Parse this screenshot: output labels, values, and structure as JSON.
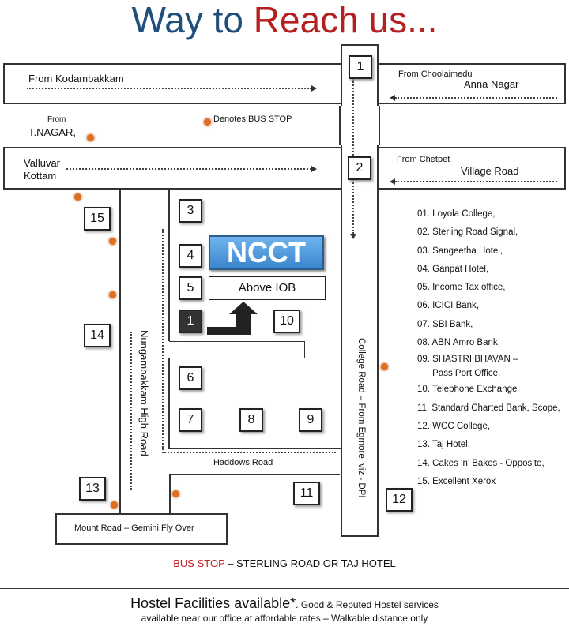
{
  "title": {
    "part1": "Way to ",
    "part2": "Reach us..."
  },
  "roads": {
    "from_kodambakkam": "From Kodambakkam",
    "from_choolaimedu": "From Choolaimedu",
    "anna_nagar": "Anna Nagar",
    "from_tnagar_small": "From",
    "tnagar": "T.NAGAR,",
    "bus_stop_note": "Denotes BUS STOP",
    "valluvar": "Valluvar",
    "kottam": "Kottam",
    "from_chetpet": "From Chetpet",
    "village_road": "Village Road",
    "nungambakkam": "Nungambakkam High Road",
    "college_road": "College Road – From Egmore, viz - DPI",
    "haddows": "Haddows Road",
    "mount_road": "Mount Road – Gemini Fly Over"
  },
  "markers": {
    "m1_top": "1",
    "m2": "2",
    "m3": "3",
    "m4": "4",
    "m5": "5",
    "m1_here": "1",
    "m6": "6",
    "m7": "7",
    "m8": "8",
    "m9": "9",
    "m10": "10",
    "m11": "11",
    "m12": "12",
    "m13": "13",
    "m14": "14",
    "m15": "15"
  },
  "office": {
    "name": "NCCT",
    "above": "Above IOB"
  },
  "legend": [
    "01. Loyola College,",
    "02. Sterling Road Signal,",
    "03. Sangeetha Hotel,",
    "04. Ganpat Hotel,",
    "05. Income Tax office,",
    "06. ICICI Bank,",
    "07. SBI Bank,",
    "08. ABN Amro Bank,",
    "09. SHASTRI BHAVAN –",
    "      Pass Port Office,",
    "10. Telephone Exchange",
    "11. Standard Charted Bank, Scope,",
    "12. WCC College,",
    "13. Taj Hotel,",
    "14. Cakes ‘n’ Bakes - Opposite,",
    "15. Excellent Xerox"
  ],
  "bus_stop": {
    "label": "BUS STOP",
    "text": " – STERLING ROAD OR TAJ HOTEL"
  },
  "hostel": {
    "heading": "Hostel Facilities available*",
    "line1": ". Good & Reputed Hostel services",
    "line2": "available near our office at affordable rates – Walkable distance only"
  },
  "colors": {
    "title_blue": "#1f4f7a",
    "title_red": "#b3201f",
    "ncct_blue": "#3a86cc",
    "bus_dot": "#e07020"
  }
}
